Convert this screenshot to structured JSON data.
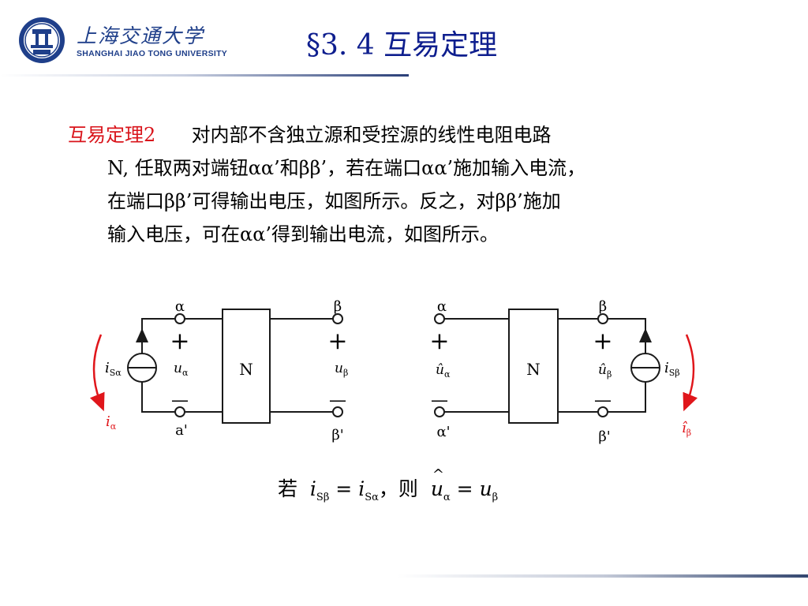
{
  "header": {
    "logo_cn": "上海交通大学",
    "logo_en": "SHANGHAI JIAO TONG UNIVERSITY",
    "title": "§3. 4 互易定理"
  },
  "body": {
    "theorem_name": "互易定理2",
    "lines": [
      "对内部不含独立源和受控源的线性电阻电路",
      "N, 任取两对端钮αα’和ββ’，若在端口αα’施加输入电流，",
      "在端口ββ’可得输出电压，如图所示。反之，对ββ’施加",
      "输入电压，可在αα’得到输出电流，如图所示。"
    ]
  },
  "circuit_left": {
    "top_left": "α",
    "bottom_left": "a'",
    "top_right": "β",
    "bottom_right": "β'",
    "box": "N",
    "plus": "+",
    "minus": "—",
    "source_label": "i",
    "source_sub": "Sα",
    "u_left": "u",
    "u_left_sub": "α",
    "u_right": "u",
    "u_right_sub": "β",
    "current_label": "i",
    "current_sub": "α"
  },
  "circuit_right": {
    "top_left": "α",
    "bottom_left": "α'",
    "top_right": "β",
    "bottom_right": "β'",
    "box": "N",
    "plus": "+",
    "minus": "—",
    "source_label": "i",
    "source_sub": "Sβ",
    "u_left": "û",
    "u_left_sub": "α",
    "u_right": "û",
    "u_right_sub": "β",
    "current_label": "î",
    "current_sub": "β"
  },
  "formula": {
    "if": "若",
    "then": "，则",
    "i": "i",
    "s_beta": "Sβ",
    "s_alpha": "Sα",
    "u": "u",
    "alpha": "α",
    "beta": "β",
    "eq": "="
  },
  "colors": {
    "title": "#0e1e8e",
    "theorem": "#d9141b",
    "current_arrow": "#e0161b",
    "logo": "#1f3f8a"
  }
}
